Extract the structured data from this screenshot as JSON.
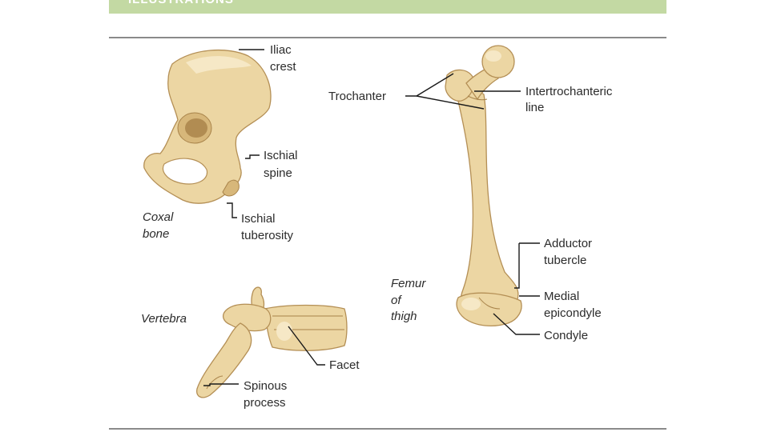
{
  "header": {
    "title": "ILLUSTRATIONS"
  },
  "colors": {
    "header_bar": "#c3d9a3",
    "bone_fill": "#ecd6a3",
    "bone_outline": "#b48f55",
    "leader_line": "#1a1a1a"
  },
  "coxal": {
    "caption": [
      "Coxal",
      "bone"
    ],
    "iliac_crest": [
      "Iliac",
      "crest"
    ],
    "ischial_spine": [
      "Ischial",
      "spine"
    ],
    "ischial_tuberosity": [
      "Ischial",
      "tuberosity"
    ]
  },
  "vertebra": {
    "caption": "Vertebra",
    "facet": "Facet",
    "spinous_process": [
      "Spinous",
      "process"
    ]
  },
  "femur": {
    "caption": [
      "Femur",
      "of",
      "thigh"
    ],
    "trochanter": "Trochanter",
    "intertrochanteric_line": [
      "Intertrochanteric",
      "line"
    ],
    "adductor_tubercle": [
      "Adductor",
      "tubercle"
    ],
    "medial_epicondyle": [
      "Medial",
      "epicondyle"
    ],
    "condyle": "Condyle"
  }
}
